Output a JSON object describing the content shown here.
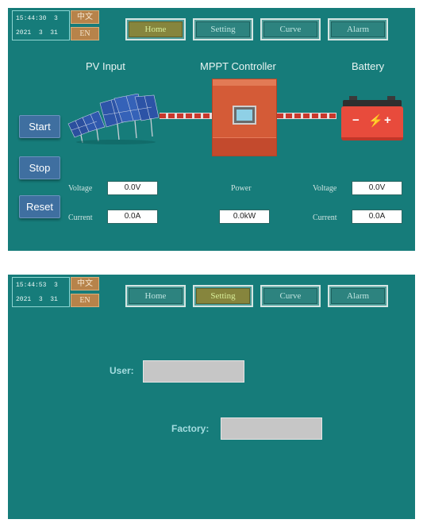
{
  "home_screen": {
    "clock": {
      "time": "15:44:30",
      "day": "3",
      "year": "2021",
      "month": "3",
      "date": "31"
    },
    "lang": {
      "cn": "中文",
      "en": "EN"
    },
    "nav": [
      {
        "label": "Home",
        "active": true
      },
      {
        "label": "Setting",
        "active": false
      },
      {
        "label": "Curve",
        "active": false
      },
      {
        "label": "Alarm",
        "active": false
      }
    ],
    "titles": {
      "pv": "PV Input",
      "mppt": "MPPT Controller",
      "battery": "Battery"
    },
    "buttons": {
      "start": "Start",
      "stop": "Stop",
      "reset": "Reset"
    },
    "readings": {
      "pv_voltage_label": "Voltage",
      "pv_voltage": "0.0V",
      "pv_current_label": "Current",
      "pv_current": "0.0A",
      "power_label": "Power",
      "power": "0.0kW",
      "bat_voltage_label": "Voltage",
      "bat_voltage": "0.0V",
      "bat_current_label": "Current",
      "bat_current": "0.0A"
    },
    "battery_symbols": {
      "minus": "−",
      "bolt": "⚡",
      "plus": "+"
    },
    "icons": [
      "solar-panel-icon",
      "mppt-controller-icon",
      "battery-icon"
    ],
    "colors": {
      "background": "#167c7a",
      "button": "#3f6fa0",
      "active_tab": "#86853d",
      "lang_button": "#b7834a",
      "wire": "#c8372c"
    }
  },
  "setting_screen": {
    "clock": {
      "time": "15:44:53",
      "day": "3",
      "year": "2021",
      "month": "3",
      "date": "31"
    },
    "lang": {
      "cn": "中文",
      "en": "EN"
    },
    "nav": [
      {
        "label": "Home",
        "active": false
      },
      {
        "label": "Setting",
        "active": true
      },
      {
        "label": "Curve",
        "active": false
      },
      {
        "label": "Alarm",
        "active": false
      }
    ],
    "user_label": "User:",
    "user_value": "",
    "factory_label": "Factory:",
    "factory_value": ""
  }
}
